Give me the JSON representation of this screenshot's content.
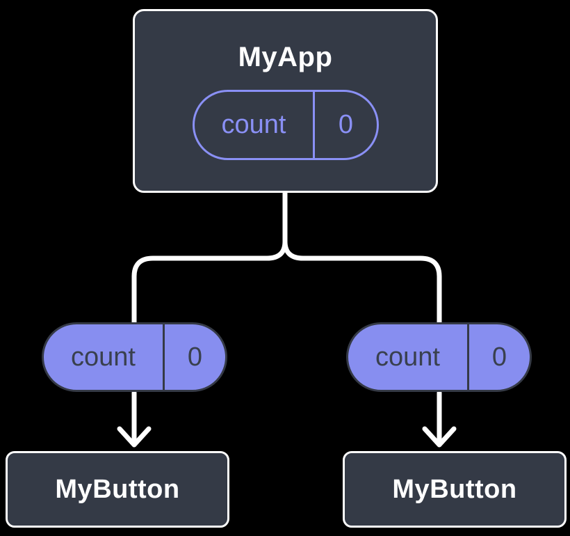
{
  "diagram": {
    "root": {
      "title": "MyApp",
      "state_pill": {
        "name": "count",
        "value": "0"
      }
    },
    "branches": [
      {
        "prop_pill": {
          "name": "count",
          "value": "0"
        },
        "child": {
          "title": "MyButton"
        }
      },
      {
        "prop_pill": {
          "name": "count",
          "value": "0"
        },
        "child": {
          "title": "MyButton"
        }
      }
    ],
    "colors": {
      "background": "#000000",
      "card_fill": "#343A46",
      "card_border": "#FFFFFF",
      "accent_purple": "#8A90F5",
      "prop_pill_fill": "#878EF0",
      "prop_pill_text": "#39404E",
      "connector": "#FFFFFF"
    }
  }
}
